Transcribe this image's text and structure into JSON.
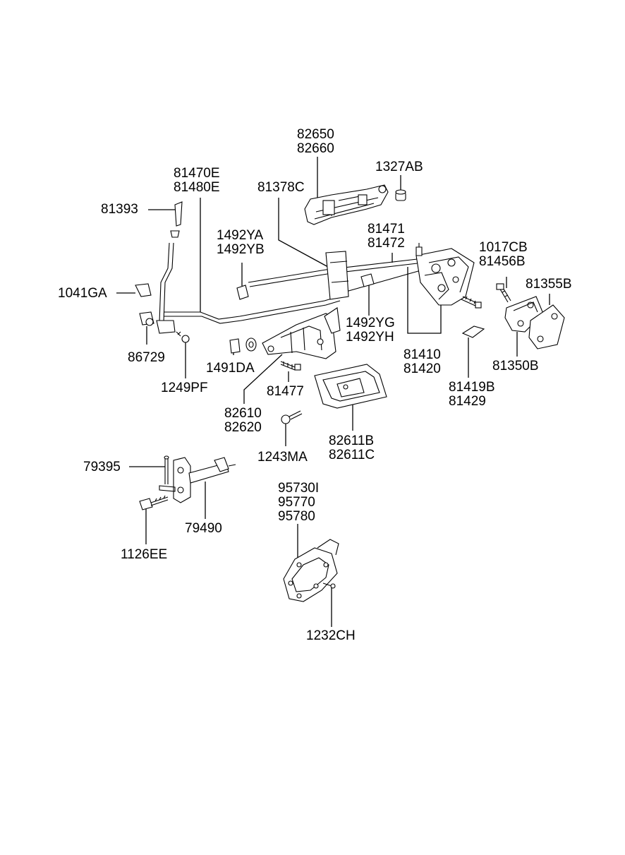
{
  "diagram": {
    "callouts": {
      "c82650": [
        "82650",
        "82660"
      ],
      "c1327AB": [
        "1327AB"
      ],
      "c81470E": [
        "81470E",
        "81480E"
      ],
      "c81378C": [
        "81378C"
      ],
      "c81393": [
        "81393"
      ],
      "c1492YA": [
        "1492YA",
        "1492YB"
      ],
      "c81471": [
        "81471",
        "81472"
      ],
      "c1017CB": [
        "1017CB",
        "81456B"
      ],
      "c81355B": [
        "81355B"
      ],
      "c1041GA": [
        "1041GA"
      ],
      "c1492YG": [
        "1492YG",
        "1492YH"
      ],
      "c86729": [
        "86729"
      ],
      "c81410": [
        "81410",
        "81420"
      ],
      "c1491DA": [
        "1491DA"
      ],
      "c81350B": [
        "81350B"
      ],
      "c1249PF": [
        "1249PF"
      ],
      "c81477": [
        "81477"
      ],
      "c81419B": [
        "81419B",
        "81429"
      ],
      "c82610": [
        "82610",
        "82620"
      ],
      "c82611B": [
        "82611B",
        "82611C"
      ],
      "c1243MA": [
        "1243MA"
      ],
      "c79395": [
        "79395"
      ],
      "c95730I": [
        "95730I",
        "95770",
        "95780"
      ],
      "c79490": [
        "79490"
      ],
      "c1126EE": [
        "1126EE"
      ],
      "c1232CH": [
        "1232CH"
      ]
    }
  }
}
